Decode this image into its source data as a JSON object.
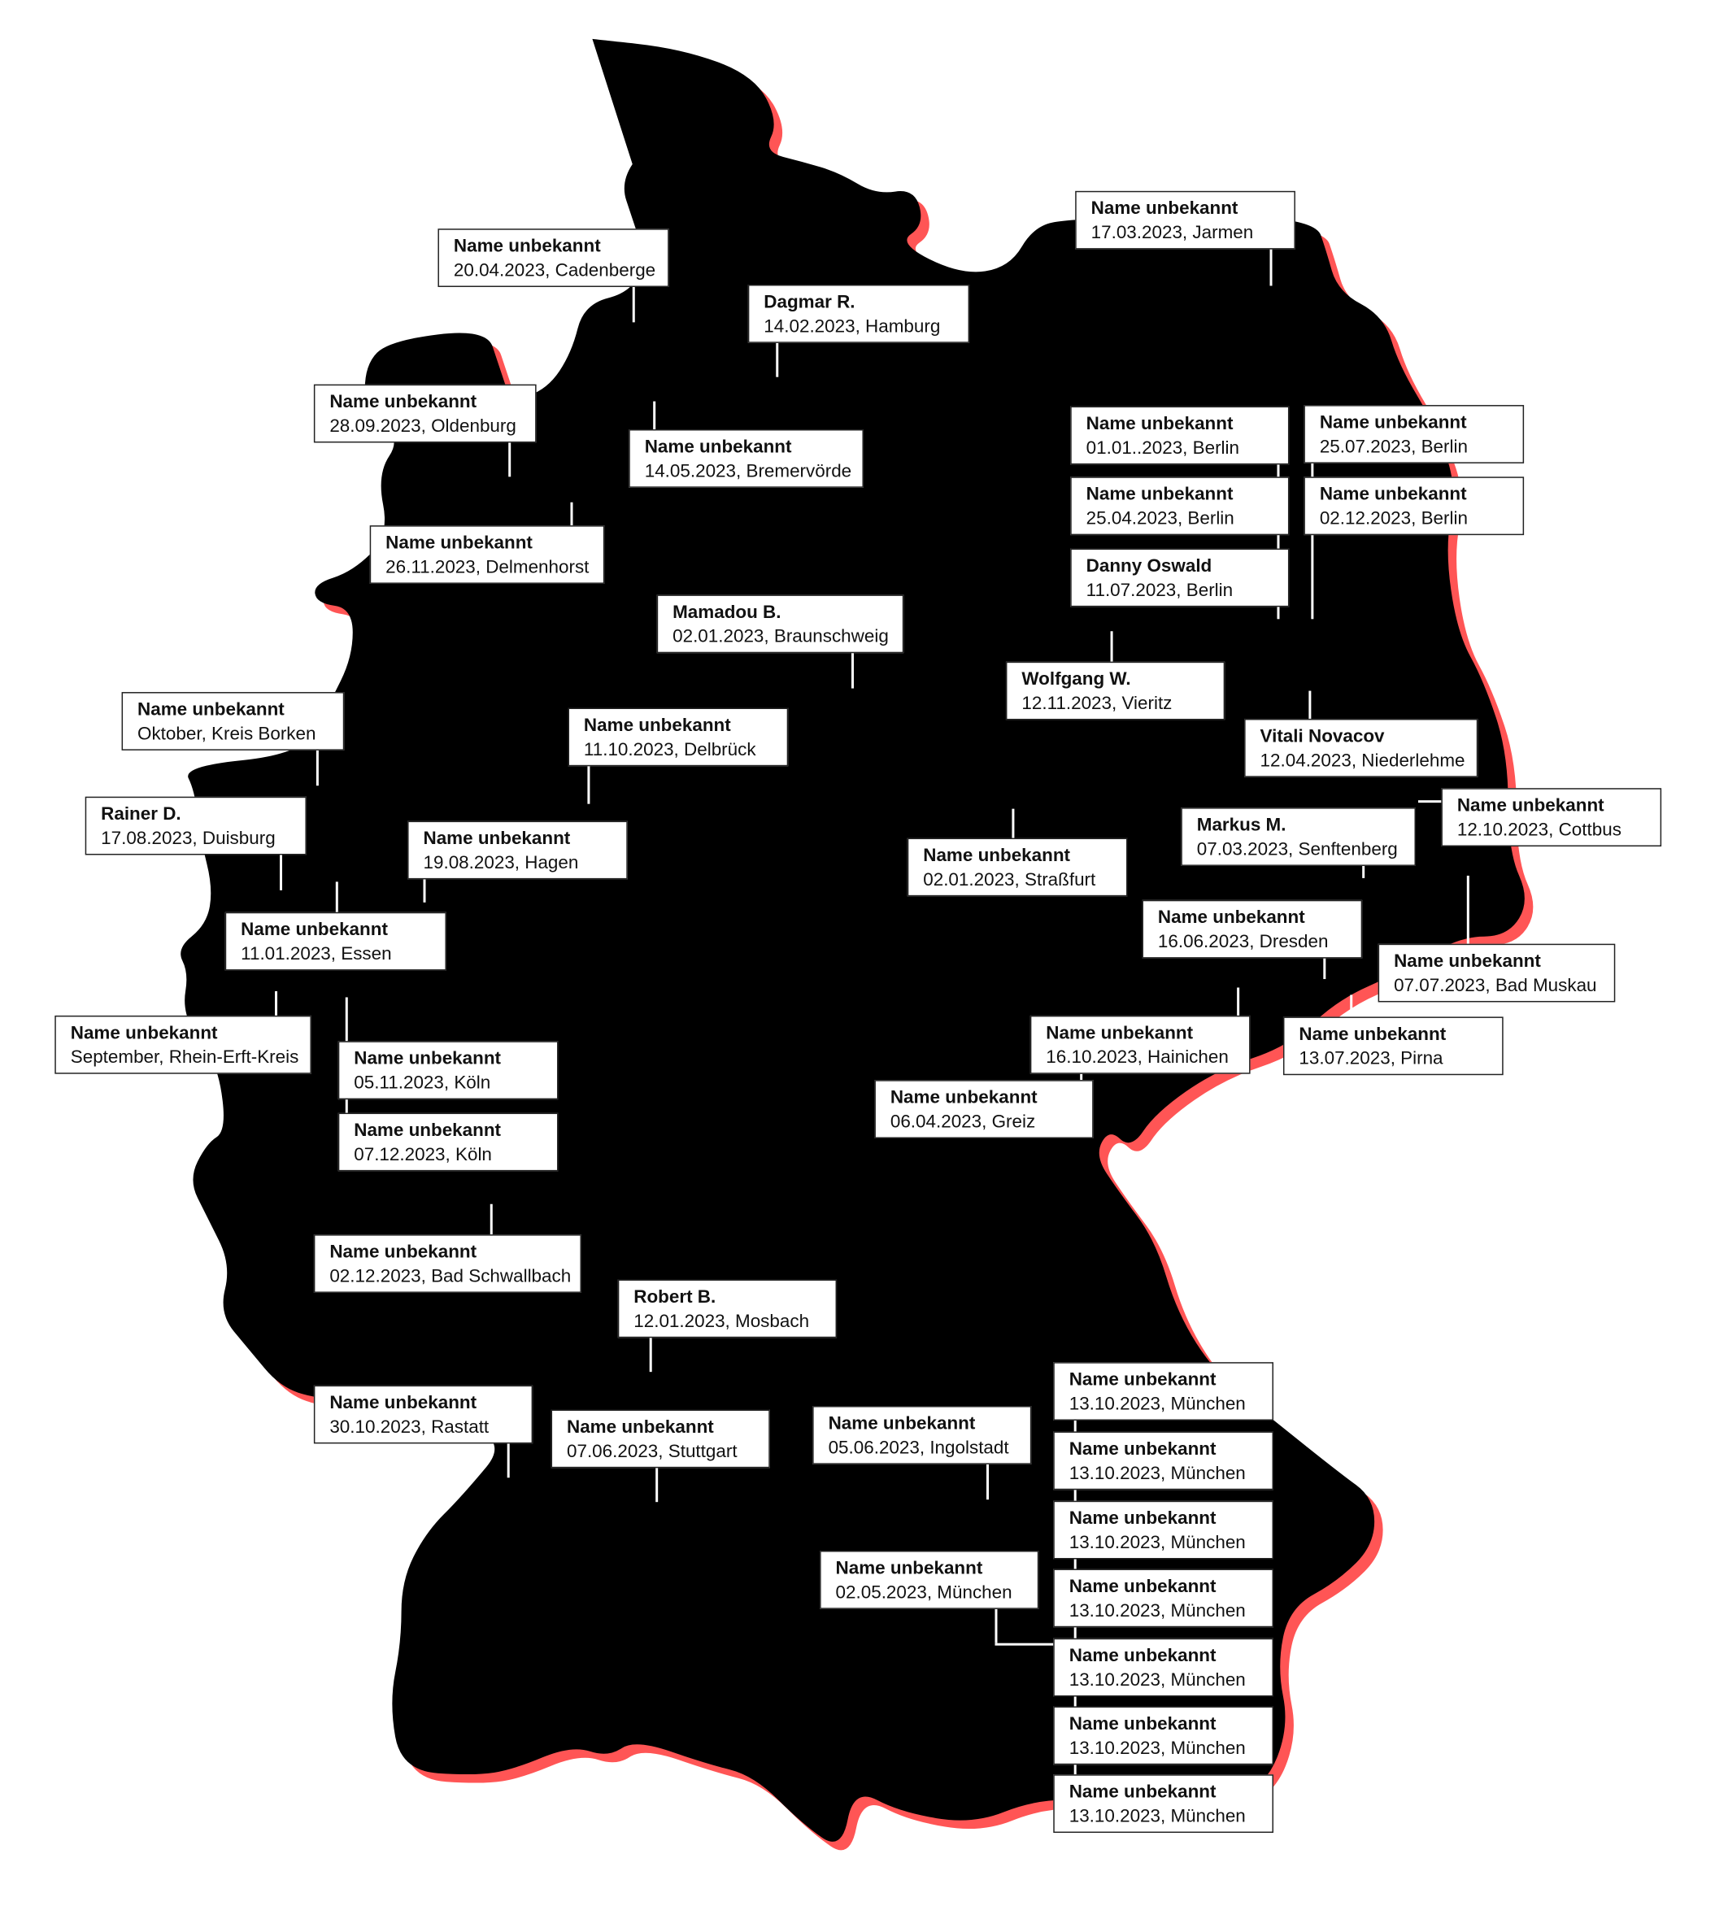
{
  "colors": {
    "map_fill": "#000000",
    "map_shadow": "#ff5555",
    "label_bg": "#ffffff"
  },
  "markers": [
    {
      "name": "Name unbekannt",
      "detail": "20.04.2023, Cadenberge"
    },
    {
      "name": "Dagmar R.",
      "detail": "14.02.2023, Hamburg"
    },
    {
      "name": "Name unbekannt",
      "detail": "17.03.2023, Jarmen"
    },
    {
      "name": "Name unbekannt",
      "detail": "28.09.2023, Oldenburg"
    },
    {
      "name": "Name unbekannt",
      "detail": "14.05.2023, Bremervörde"
    },
    {
      "name": "Name unbekannt",
      "detail": "26.11.2023, Delmenhorst"
    },
    {
      "name": "Name unbekannt",
      "detail": "01.01..2023, Berlin"
    },
    {
      "name": "Name unbekannt",
      "detail": "25.07.2023, Berlin"
    },
    {
      "name": "Name unbekannt",
      "detail": "25.04.2023, Berlin"
    },
    {
      "name": "Name unbekannt",
      "detail": "02.12.2023, Berlin"
    },
    {
      "name": "Danny Oswald",
      "detail": "11.07.2023, Berlin"
    },
    {
      "name": "Mamadou B.",
      "detail": "02.01.2023, Braunschweig"
    },
    {
      "name": "Wolfgang W.",
      "detail": "12.11.2023, Vieritz"
    },
    {
      "name": "Name unbekannt",
      "detail": "Oktober, Kreis Borken"
    },
    {
      "name": "Name unbekannt",
      "detail": "11.10.2023, Delbrück"
    },
    {
      "name": "Vitali Novacov",
      "detail": "12.04.2023, Niederlehme"
    },
    {
      "name": "Rainer D.",
      "detail": "17.08.2023, Duisburg"
    },
    {
      "name": "Name unbekannt",
      "detail": "19.08.2023, Hagen"
    },
    {
      "name": "Name unbekannt",
      "detail": "02.01.2023, Straßfurt"
    },
    {
      "name": "Markus M.",
      "detail": "07.03.2023, Senftenberg"
    },
    {
      "name": "Name unbekannt",
      "detail": "12.10.2023, Cottbus"
    },
    {
      "name": "Name unbekannt",
      "detail": "11.01.2023, Essen"
    },
    {
      "name": "Name unbekannt",
      "detail": "16.06.2023, Dresden"
    },
    {
      "name": "Name unbekannt",
      "detail": "07.07.2023, Bad Muskau"
    },
    {
      "name": "Name unbekannt",
      "detail": "September, Rhein-Erft-Kreis"
    },
    {
      "name": "Name unbekannt",
      "detail": "16.10.2023, Hainichen"
    },
    {
      "name": "Name unbekannt",
      "detail": "13.07.2023, Pirna"
    },
    {
      "name": "Name unbekannt",
      "detail": "05.11.2023, Köln"
    },
    {
      "name": "Name unbekannt",
      "detail": "06.04.2023, Greiz"
    },
    {
      "name": "Name unbekannt",
      "detail": "07.12.2023, Köln"
    },
    {
      "name": "Name unbekannt",
      "detail": "02.12.2023, Bad Schwallbach"
    },
    {
      "name": "Robert B.",
      "detail": "12.01.2023, Mosbach"
    },
    {
      "name": "Name unbekannt",
      "detail": "30.10.2023, Rastatt"
    },
    {
      "name": "Name unbekannt",
      "detail": "07.06.2023, Stuttgart"
    },
    {
      "name": "Name unbekannt",
      "detail": "05.06.2023, Ingolstadt"
    },
    {
      "name": "Name unbekannt",
      "detail": "13.10.2023, München"
    },
    {
      "name": "Name unbekannt",
      "detail": "13.10.2023, München"
    },
    {
      "name": "Name unbekannt",
      "detail": "13.10.2023, München"
    },
    {
      "name": "Name unbekannt",
      "detail": "13.10.2023, München"
    },
    {
      "name": "Name unbekannt",
      "detail": "13.10.2023, München"
    },
    {
      "name": "Name unbekannt",
      "detail": "13.10.2023, München"
    },
    {
      "name": "Name unbekannt",
      "detail": "13.10.2023, München"
    },
    {
      "name": "Name unbekannt",
      "detail": "02.05.2023, München"
    }
  ]
}
